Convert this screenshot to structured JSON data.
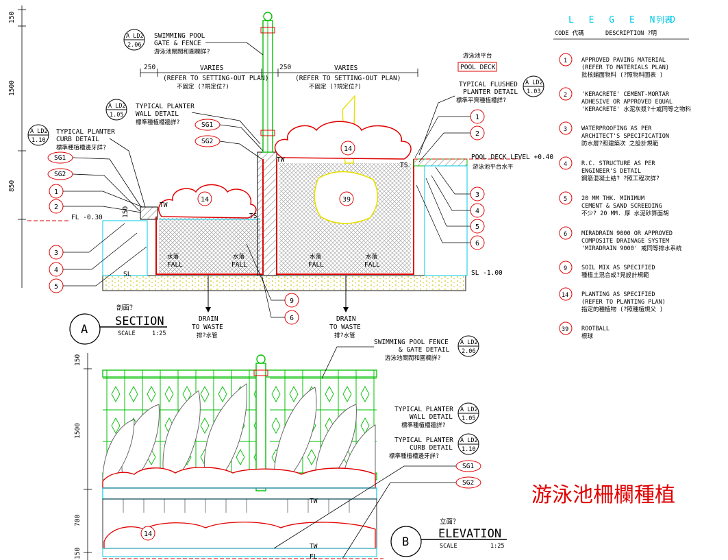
{
  "section_a": {
    "label": "A",
    "title_cn": "剖面？",
    "title": "SECTION",
    "scale_label": "SCALE",
    "scale_value": "1:25",
    "dims": {
      "d150": "150",
      "d1500": "1500",
      "d850": "850",
      "d250_left": "250",
      "d250_right": "250",
      "d150_curb": "150"
    },
    "varies": [
      {
        "line1": "VARIES",
        "line2": "(REFER TO SETTING-OUT PLAN)",
        "line3": "不固定 (?規定位?)"
      },
      {
        "line1": "VARIES",
        "line2": "(REFER TO SETTING-OUT PLAN)",
        "line3": "不固定 (?規定位?)"
      }
    ],
    "pool_fence": {
      "ref_top": "A LD2",
      "ref_bottom": "2.06",
      "line1": "SWIMMING POOL",
      "line2": "GATE & FENCE",
      "line3": "游泳池閘閥和圍欄詳?"
    },
    "wall_detail": {
      "ref_top": "A LD2",
      "ref_bottom": "1.05",
      "line1": "TYPICAL PLANTER",
      "line2": "WALL DETAIL",
      "line3": "標準種植槽牆詳?"
    },
    "curb_detail": {
      "ref_top": "A LD2",
      "ref_bottom": "1.10",
      "line1": "TYPICAL PLANTER",
      "line2": "CURB DETAIL",
      "line3": "標準種植槽邊牙詳?"
    },
    "flushed_detail": {
      "ref_top": "A LD2",
      "ref_bottom": "1.03",
      "line1": "TYPICAL FLUSHED",
      "line2": "PLANTER DETAIL",
      "line3": "標準平齊種植槽詳?"
    },
    "pool_deck_cn": "游泳池平台",
    "pool_deck": "POOL DECK",
    "pool_deck_level": "POOL DECK LEVEL +0.40",
    "pool_deck_level_cn": "游泳池平台水平",
    "fl": "FL -0.30",
    "sl_left": "SL",
    "sl_right": "SL -1.00",
    "sg1": "SG1",
    "sg2": "SG2",
    "tw": "TW",
    "ts": "TS",
    "fall_cn": "水落",
    "fall": "FALL",
    "drain": {
      "line1": "DRAIN",
      "line2": "TO WASTE",
      "line3": "排?水管"
    },
    "callout_nums": [
      "1",
      "2",
      "3",
      "4",
      "5",
      "6",
      "9",
      "14",
      "39"
    ]
  },
  "section_b": {
    "label": "B",
    "title_cn": "立面？",
    "title": "ELEVATION",
    "scale_label": "SCALE",
    "scale_value": "1:25",
    "dims": {
      "d150a": "150",
      "d1500": "1500",
      "d700": "700",
      "d150b": "150"
    },
    "fence_detail": {
      "ref_top": "A LD2",
      "ref_bottom": "2.06",
      "line1": "SWIMMING POOL FENCE",
      "line2": "& GATE DETAIL",
      "line3": "游泳池閘閥和圍欄詳?"
    },
    "wall_detail": {
      "ref_top": "A LD2",
      "ref_bottom": "1.05",
      "line1": "TYPICAL PLANTER",
      "line2": "WALL DETAIL",
      "line3": "標準種植槽牆詳?"
    },
    "curb_detail": {
      "ref_top": "A LD2",
      "ref_bottom": "1.10",
      "line1": "TYPICAL PLANTER",
      "line2": "CURB DETAIL",
      "line3": "標準種植槽邊牙詳?"
    },
    "sg1": "SG1",
    "sg2": "SG2",
    "tw_a": "TW",
    "tw_b": "TW",
    "fl": "FL",
    "n14": "14"
  },
  "legend": {
    "title": "L E G E N D",
    "title_cn": "列表",
    "code_header": "CODE 代碼",
    "desc_header": "DESCRIPTION  ?明",
    "items": [
      {
        "code": "1",
        "lines": [
          "APPROVED PAVING MATERIAL",
          "(REFER TO MATERIALS PLAN)",
          "批核鋪面物料 (?照物料圖表 )"
        ]
      },
      {
        "code": "2",
        "lines": [
          "'KERACRETE' CEMENT-MORTAR",
          "ADHESIVE OR APPROVED EQUAL",
          "'KERACRETE' 水泥灰漿?十或同等之物料"
        ]
      },
      {
        "code": "3",
        "lines": [
          "WATERPROOFING AS PER",
          "ARCHITECT'S SPECIFICATION",
          "防水層?照建築次  之設計規範"
        ]
      },
      {
        "code": "4",
        "lines": [
          "R.C. STRUCTURE AS PER",
          "ENGINEER'S DETAIL",
          "鋼筋混凝土結?  ?照工程次詳?"
        ]
      },
      {
        "code": "5",
        "lines": [
          "20 MM THK. MINIMUM",
          "CEMENT & SAND SCREEDING",
          "不少?  20 MM. 厚 水泥砂算面胡"
        ]
      },
      {
        "code": "6",
        "lines": [
          "MIRADRAIN 9000 OR APPROVED",
          "COMPOSITE DRAINAGE SYSTEM",
          "'MIRADRAIN 9000' 或同等排水系統"
        ]
      },
      {
        "code": "9",
        "lines": [
          "SOIL MIX AS SPECIFIED",
          "種植土混合成?見設計規範"
        ]
      },
      {
        "code": "14",
        "lines": [
          "PLANTING AS SPECIFIED",
          "(REFER TO PLANTING PLAN)",
          "指定的種植物 (?照種植規父  )"
        ]
      },
      {
        "code": "39",
        "lines": [
          "ROOTBALL",
          "根球"
        ]
      }
    ]
  },
  "drawing_title": "游泳池柵欄種植",
  "colors": {
    "red": "#e00000",
    "green": "#00c000",
    "cyan": "#00c8e6",
    "yellow": "#e8e000",
    "gray": "#888888"
  }
}
